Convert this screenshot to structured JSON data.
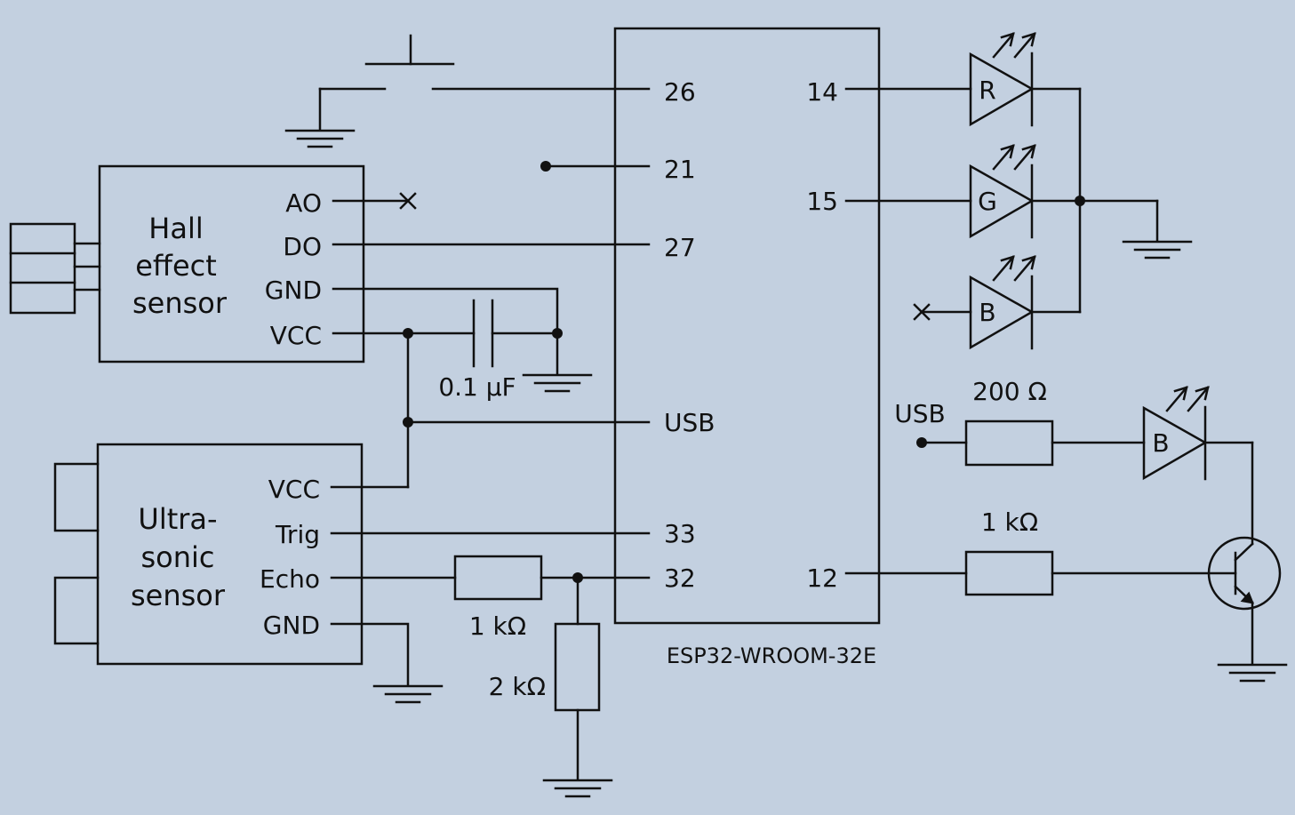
{
  "colors": {
    "background": "#c3d0e0",
    "ink": "#111111"
  },
  "esp32": {
    "label": "ESP32-WROOM-32E",
    "pins_left": [
      "26",
      "21",
      "27",
      "USB",
      "33",
      "32"
    ],
    "pins_right": [
      "14",
      "15",
      "12"
    ]
  },
  "hall_sensor": {
    "title_lines": [
      "Hall",
      "effect",
      "sensor"
    ],
    "pins": [
      "AO",
      "DO",
      "GND",
      "VCC"
    ]
  },
  "ultrasonic_sensor": {
    "title_lines": [
      "Ultra-",
      "sonic",
      "sensor"
    ],
    "pins": [
      "VCC",
      "Trig",
      "Echo",
      "GND"
    ]
  },
  "components": {
    "capacitor": "0.1 µF",
    "resistor_echo": "1 kΩ",
    "resistor_divider": "2 kΩ",
    "resistor_usb": "200 Ω",
    "resistor_base": "1 kΩ",
    "usb_node": "USB"
  },
  "leds": {
    "rgb": [
      "R",
      "G",
      "B"
    ],
    "indicator": "B"
  }
}
